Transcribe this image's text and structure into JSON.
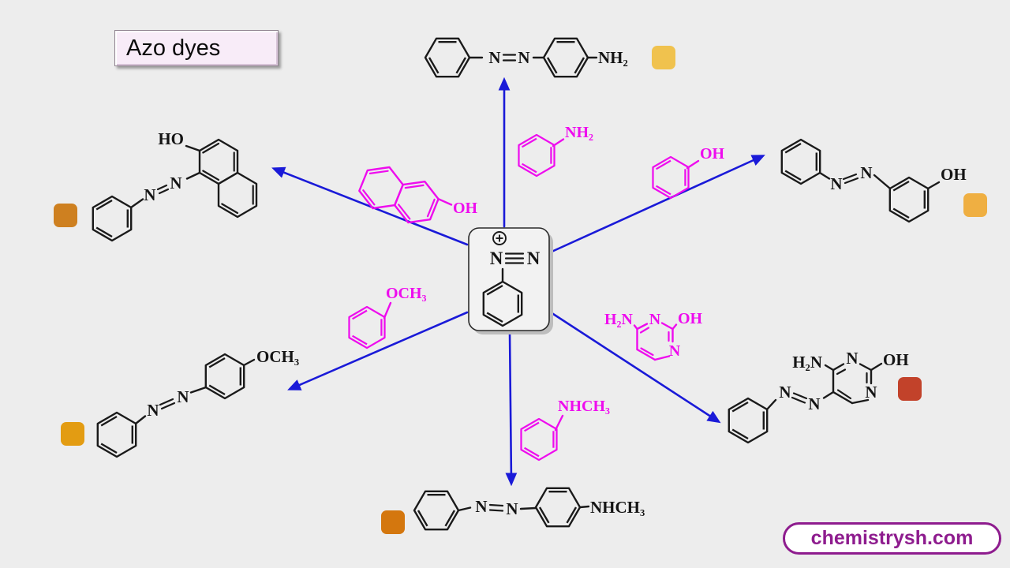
{
  "title": "Azo dyes",
  "watermark": "chemistrysh.com",
  "colors": {
    "background": "#EDEDED",
    "arrow_blue": "#1A1AD8",
    "reagent_magenta": "#EE0CEE",
    "structure_black": "#1A1A1A",
    "title_box_bg": "#F8ECF8",
    "central_box_bg": "#F2F2F2",
    "watermark_purple": "#8E1C8E"
  },
  "central": {
    "name": "benzenediazonium cation",
    "charge_icon": "circled-plus",
    "n_left": "N",
    "n_right": "N"
  },
  "products": [
    {
      "name": "p-aminoazobenzene",
      "n1": "N",
      "n2": "N",
      "substituent": "NH₂",
      "swatch": "#F0C24E"
    },
    {
      "name": "hydroxyazobenzene",
      "n1": "N",
      "n2": "N",
      "substituent": "OH",
      "swatch": "#EFAF42"
    },
    {
      "name": "azo-aminopyrimidinol",
      "n1": "N",
      "n2": "N",
      "amine": "H₂N",
      "ring_n_top": "N",
      "hydroxyl": "OH",
      "ring_n_right": "N",
      "swatch": "#C2422A"
    },
    {
      "name": "N-methylaminoazobenzene",
      "n1": "N",
      "n2": "N",
      "substituent": "NHCH₃",
      "swatch": "#D4770E"
    },
    {
      "name": "p-methoxyazobenzene",
      "n1": "N",
      "n2": "N",
      "substituent": "OCH₃",
      "swatch": "#E39C12"
    },
    {
      "name": "1-phenylazo-2-naphthol",
      "n1": "N",
      "n2": "N",
      "substituent": "HO",
      "swatch": "#CE8020"
    }
  ],
  "reagents": [
    {
      "name": "aniline",
      "label": "NH₂"
    },
    {
      "name": "phenol",
      "label": "OH"
    },
    {
      "name": "2-naphthol",
      "label": "OH"
    },
    {
      "name": "anisole",
      "label": "OCH₃"
    },
    {
      "name": "N-methylaniline",
      "label": "NHCH₃"
    },
    {
      "name": "aminopyrimidinol",
      "amine": "H₂N",
      "ring_n_top": "N",
      "hydroxyl": "OH",
      "ring_n_right": "N"
    }
  ]
}
